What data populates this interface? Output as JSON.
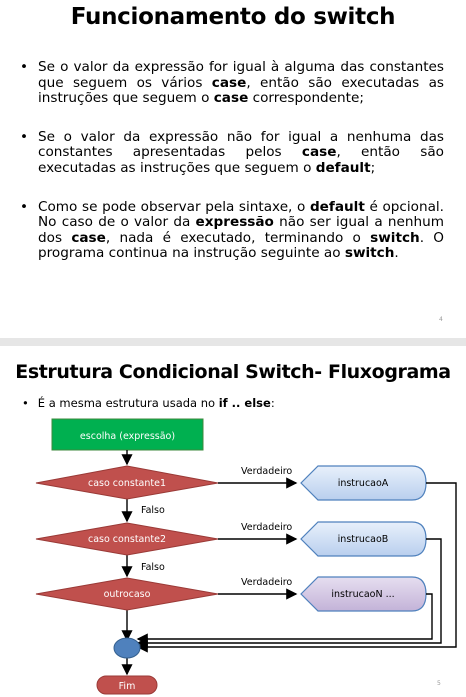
{
  "slide1": {
    "title": "Funcionamento do switch",
    "bullets": [
      [
        {
          "t": "Se o valor da expressão for igual à alguma das constantes que seguem os vários ",
          "b": false
        },
        {
          "t": "case",
          "b": true
        },
        {
          "t": ", então são executadas as instruções que seguem o ",
          "b": false
        },
        {
          "t": "case",
          "b": true
        },
        {
          "t": " correspondente;",
          "b": false
        }
      ],
      [
        {
          "t": "Se o valor da expressão não for igual a nenhuma das constantes apresentadas pelos ",
          "b": false
        },
        {
          "t": "case",
          "b": true
        },
        {
          "t": ", então são executadas as instruções que seguem o ",
          "b": false
        },
        {
          "t": "default",
          "b": true
        },
        {
          "t": ";",
          "b": false
        }
      ],
      [
        {
          "t": "Como se pode observar pela sintaxe, o ",
          "b": false
        },
        {
          "t": "default",
          "b": true
        },
        {
          "t": " é opcional. No caso de o valor da ",
          "b": false
        },
        {
          "t": "expressão",
          "b": true
        },
        {
          "t": " não ser igual a nenhum dos ",
          "b": false
        },
        {
          "t": "case",
          "b": true
        },
        {
          "t": ", nada é executado, terminando o ",
          "b": false
        },
        {
          "t": "switch",
          "b": true
        },
        {
          "t": ". O programa continua na instrução seguinte ao ",
          "b": false
        },
        {
          "t": "switch",
          "b": true
        },
        {
          "t": ".",
          "b": false
        }
      ]
    ],
    "page_number": "4"
  },
  "slide2": {
    "title": "Estrutura Condicional Switch- Fluxograma",
    "subtitle_prefix": "É a mesma estrutura usada no ",
    "subtitle_bold": "if .. else",
    "subtitle_suffix": ":",
    "page_number": "5",
    "flow": {
      "start": "escolha (expressão)",
      "decisions": [
        "caso constante1",
        "caso constante2",
        "outrocaso"
      ],
      "true_label": "Verdadeiro",
      "false_label": "Falso",
      "actions": [
        "instrucaoA",
        "instrucaoB",
        "instrucaoN ..."
      ],
      "end": "Fim"
    },
    "colors": {
      "start_fill": "#00b050",
      "decision_fill": "#c0504d",
      "action_blue": "#c6d9f1",
      "action_purple": "#ccc0da",
      "action_stroke": "#4f81bd",
      "junction_fill": "#4f81bd",
      "end_fill": "#c0504d"
    }
  }
}
